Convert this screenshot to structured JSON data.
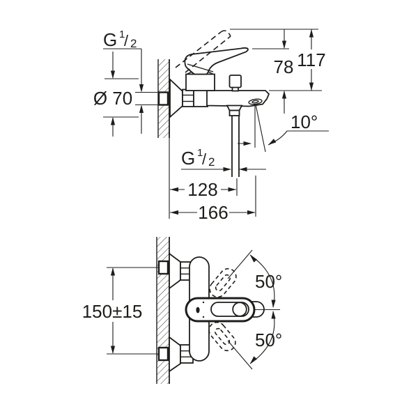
{
  "title": "Bath mixer technical installation drawing",
  "colors": {
    "background": "#ffffff",
    "line": "#1d1d1b"
  },
  "top_view": {
    "thread_top": {
      "prefix": "G",
      "numerator": "1",
      "slash": "/",
      "denominator": "2"
    },
    "escutcheon_diameter": "Ø 70",
    "lever_height": "78",
    "total_height": "117",
    "spray_angle": "10°",
    "thread_mid": {
      "prefix": "G",
      "numerator": "1",
      "slash": "/",
      "denominator": "2"
    },
    "shower_outlet_projection": "128",
    "spout_projection": "166"
  },
  "bottom_view": {
    "supply_centers": "150±15",
    "swivel_upper": "50°",
    "swivel_lower": "50°"
  }
}
